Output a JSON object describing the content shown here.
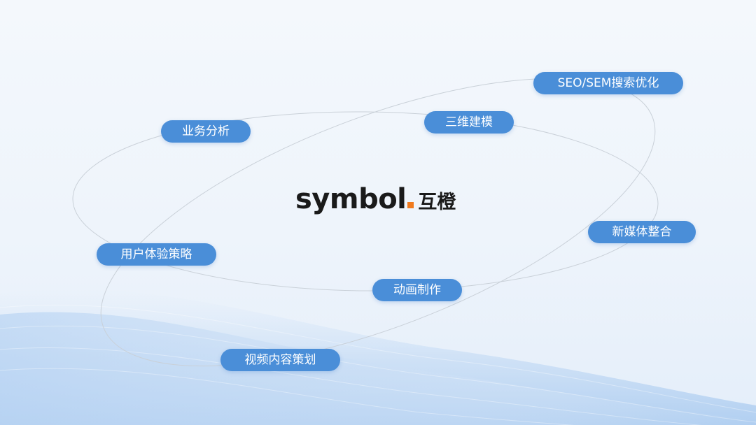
{
  "logo": {
    "word": "symbol",
    "cn": "互橙",
    "dot_color": "#f07a1e"
  },
  "services": {
    "seo": "SEO/SEM搜索优化",
    "modeling_3d": "三维建模",
    "business_analysis": "业务分析",
    "new_media": "新媒体整合",
    "ux_strategy": "用户体验策略",
    "animation": "动画制作",
    "video_content": "视频内容策划"
  },
  "colors": {
    "pill": "#4a8ed8",
    "orbit": "#c9d0d8",
    "text_dark": "#1a1a1a",
    "accent": "#f07a1e"
  }
}
